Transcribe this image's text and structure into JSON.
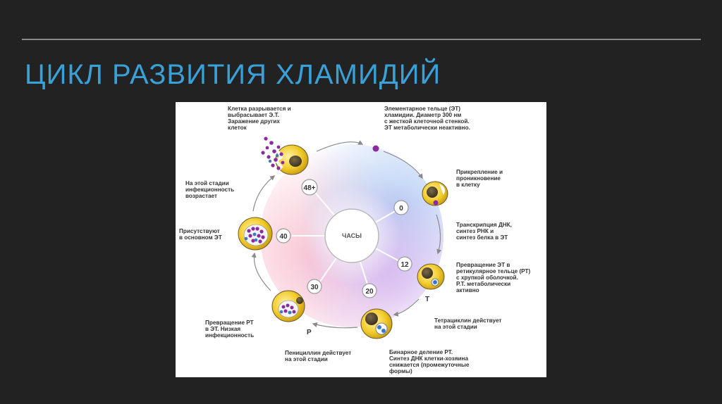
{
  "slide": {
    "title": "ЦИКЛ РАЗВИТИЯ ХЛАМИДИЙ"
  },
  "diagram": {
    "center_label": "ЧАСЫ",
    "time_badges": [
      "0",
      "12",
      "20",
      "30",
      "40",
      "48+"
    ],
    "markers": [
      "T",
      "P"
    ],
    "labels": {
      "elementary_body": [
        "Элементарное тельце (ЭТ)",
        "хламидии. Диаметр 300 нм",
        "с жесткой клеточной стенкой.",
        "ЭТ метаболически неактивно."
      ],
      "attachment": [
        "Прикрепление и",
        "проникновение",
        "в клетку"
      ],
      "transcription": [
        "Транскрипция ДНК,",
        "синтез РНК и",
        "синтез белка в ЭТ"
      ],
      "conversion_to_rt": [
        "Превращение ЭТ в",
        "ретикулярное тельце (РТ)",
        "с хрупкой оболочкой.",
        "Р.Т. метаболически",
        "активно"
      ],
      "tetracycline": [
        "Тетрациклин действует",
        "на этой стадии"
      ],
      "binary_division": [
        "Бинарное деление РТ.",
        "Синтез ДНК клетки-хозяина",
        "снижается (промежуточные",
        "формы)"
      ],
      "penicillin": [
        "Пенициллин действует",
        "на этой стадии"
      ],
      "conversion_to_et": [
        "Превращение РТ",
        "в ЭТ. Низкая",
        "инфекционность"
      ],
      "mostly_et": [
        "Присутствуют",
        "в основном ЭТ"
      ],
      "infectivity_rises": [
        "На этой стадии",
        "инфекционность",
        "возрастает"
      ],
      "cell_bursts": [
        "Клетка разрывается и",
        "выбрасывает Э.Т.",
        "Заражение других",
        "клеток"
      ]
    },
    "colors": {
      "title": "#3aa0d8",
      "cell_yellow": "#f2cc2c",
      "et_purple": "#8b2a9e",
      "rt_blue": "#3a78c8",
      "arrow": "#8a8a8a"
    }
  }
}
